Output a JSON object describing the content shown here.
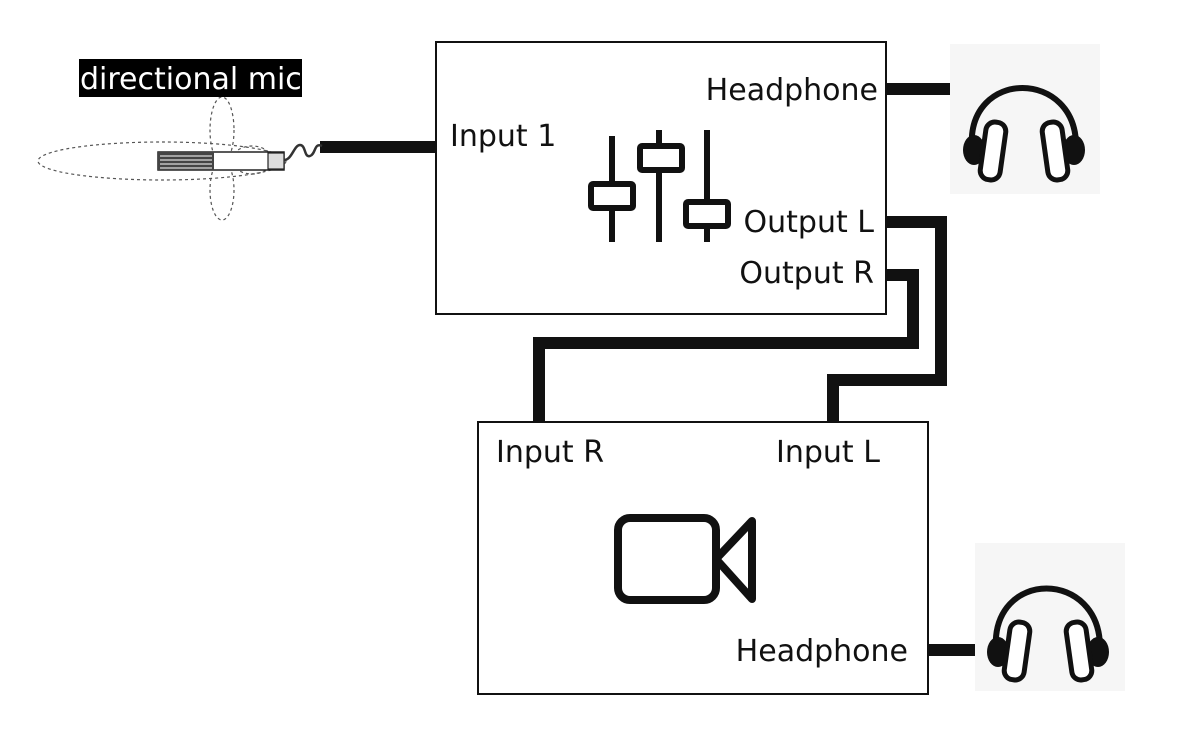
{
  "diagram": {
    "mic_label": "directional mic",
    "mixer": {
      "input_1": "Input 1",
      "headphone": "Headphone",
      "output_l": "Output L",
      "output_r": "Output R",
      "icon": "mixer-sliders-icon"
    },
    "camera": {
      "input_r": "Input R",
      "input_l": "Input L",
      "headphone": "Headphone",
      "icon": "video-camera-icon"
    },
    "headphones_icon": "headphones-icon",
    "mic_icon": "shotgun-microphone-icon",
    "colors": {
      "line": "#111111",
      "background": "#ffffff",
      "label_bg": "#000000",
      "label_fg": "#ffffff"
    }
  }
}
